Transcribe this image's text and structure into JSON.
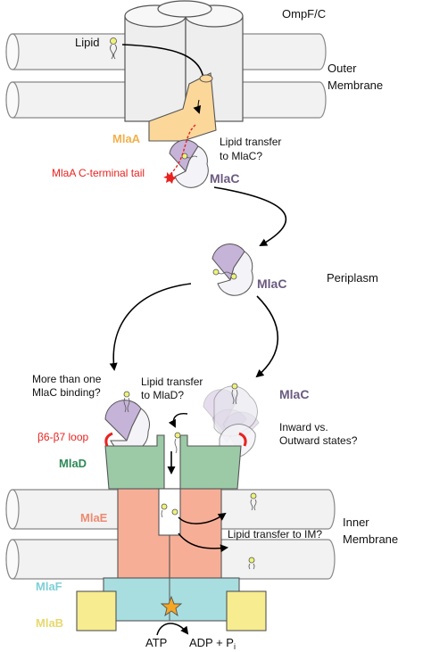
{
  "labels": {
    "ompf": "OmpF/C",
    "lipid": "Lipid",
    "outer_membrane_line1": "Outer",
    "outer_membrane_line2": "Membrane",
    "mlaa": "MlaA",
    "mlaa_tail": "MlaA C-terminal tail",
    "lipid_transfer_mlac_line1": "Lipid transfer",
    "lipid_transfer_mlac_line2": "to MlaC?",
    "mlac_top": "MlaC",
    "mlac_mid": "MlaC",
    "periplasm": "Periplasm",
    "more_than_one_line1": "More than one",
    "more_than_one_line2": "MlaC binding?",
    "lipid_transfer_mlad_line1": "Lipid transfer",
    "lipid_transfer_mlad_line2": "to MlaD?",
    "mlac_right": "MlaC",
    "inward_outward_line1": "Inward vs.",
    "inward_outward_line2": "Outward states?",
    "beta_loop": "β6-β7 loop",
    "mlad": "MlaD",
    "mlae": "MlaE",
    "inner_membrane_line1": "Inner",
    "inner_membrane_line2": "Membrane",
    "lipid_transfer_im": "Lipid transfer to IM?",
    "mlaf": "MlaF",
    "mlab": "MlaB",
    "atp": "ATP",
    "adp_pi": "ADP + P",
    "adp_pi_sub": "i"
  },
  "colors": {
    "membrane_fill": "#f2f2f2",
    "membrane_stroke": "#888888",
    "ompf_fill": "#eeeeee",
    "mlaa": "#fbd79a",
    "mlaa_text": "#f3b04a",
    "mlac": "#c6b3d8",
    "mlac_text": "#6b5a80",
    "mlad": "#9ccaa7",
    "mlad_text": "#2f8a56",
    "mlae": "#f7ae97",
    "mlae_text": "#ee8a70",
    "mlaf": "#a8dee0",
    "mlaf_text": "#7fd0d7",
    "mlab": "#f7ec8f",
    "mlab_text": "#e8d86d",
    "red": "#e8231f",
    "star": "#f5a623",
    "lipid_head": "#eef27a"
  }
}
